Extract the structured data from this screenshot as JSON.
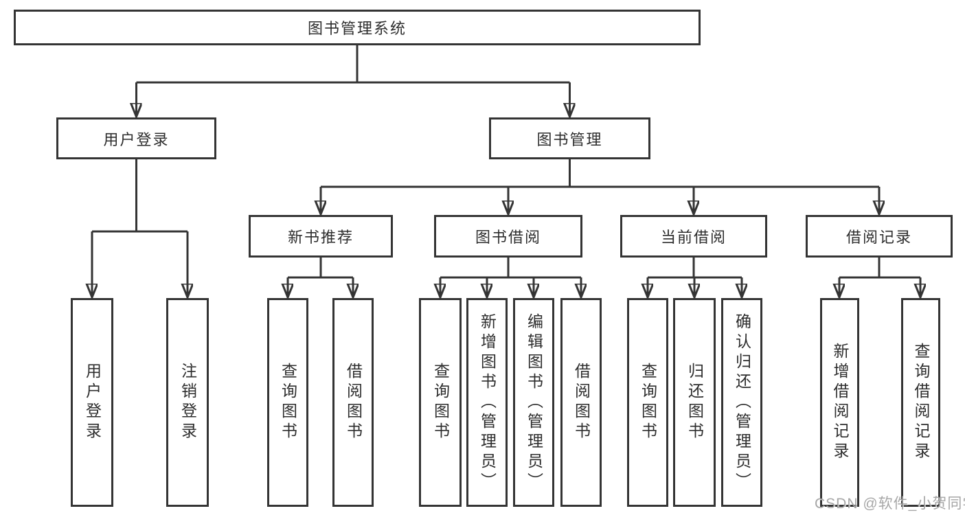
{
  "tree": {
    "label": "图书管理系统",
    "children": [
      {
        "label": "用户登录",
        "children": [
          {
            "label": "用户登录"
          },
          {
            "label": "注销登录"
          }
        ]
      },
      {
        "label": "图书管理",
        "children": [
          {
            "label": "新书推荐",
            "children": [
              {
                "label": "查询图书"
              },
              {
                "label": "借阅图书"
              }
            ]
          },
          {
            "label": "图书借阅",
            "children": [
              {
                "label": "查询图书"
              },
              {
                "label": "新增图书（管理员）"
              },
              {
                "label": "编辑图书（管理员）"
              },
              {
                "label": "借阅图书"
              }
            ]
          },
          {
            "label": "当前借阅",
            "children": [
              {
                "label": "查询图书"
              },
              {
                "label": "归还图书"
              },
              {
                "label": "确认归还（管理员）"
              }
            ]
          },
          {
            "label": "借阅记录",
            "children": [
              {
                "label": "新增借阅记录"
              },
              {
                "label": "查询借阅记录"
              }
            ]
          }
        ]
      }
    ]
  },
  "watermark": {
    "text": "CSDN @软件_小贺同学"
  },
  "colors": {
    "line": "#343434",
    "ink": "#2d2d2d",
    "background": "#ffffff",
    "watermark": "#9f9f9f"
  }
}
